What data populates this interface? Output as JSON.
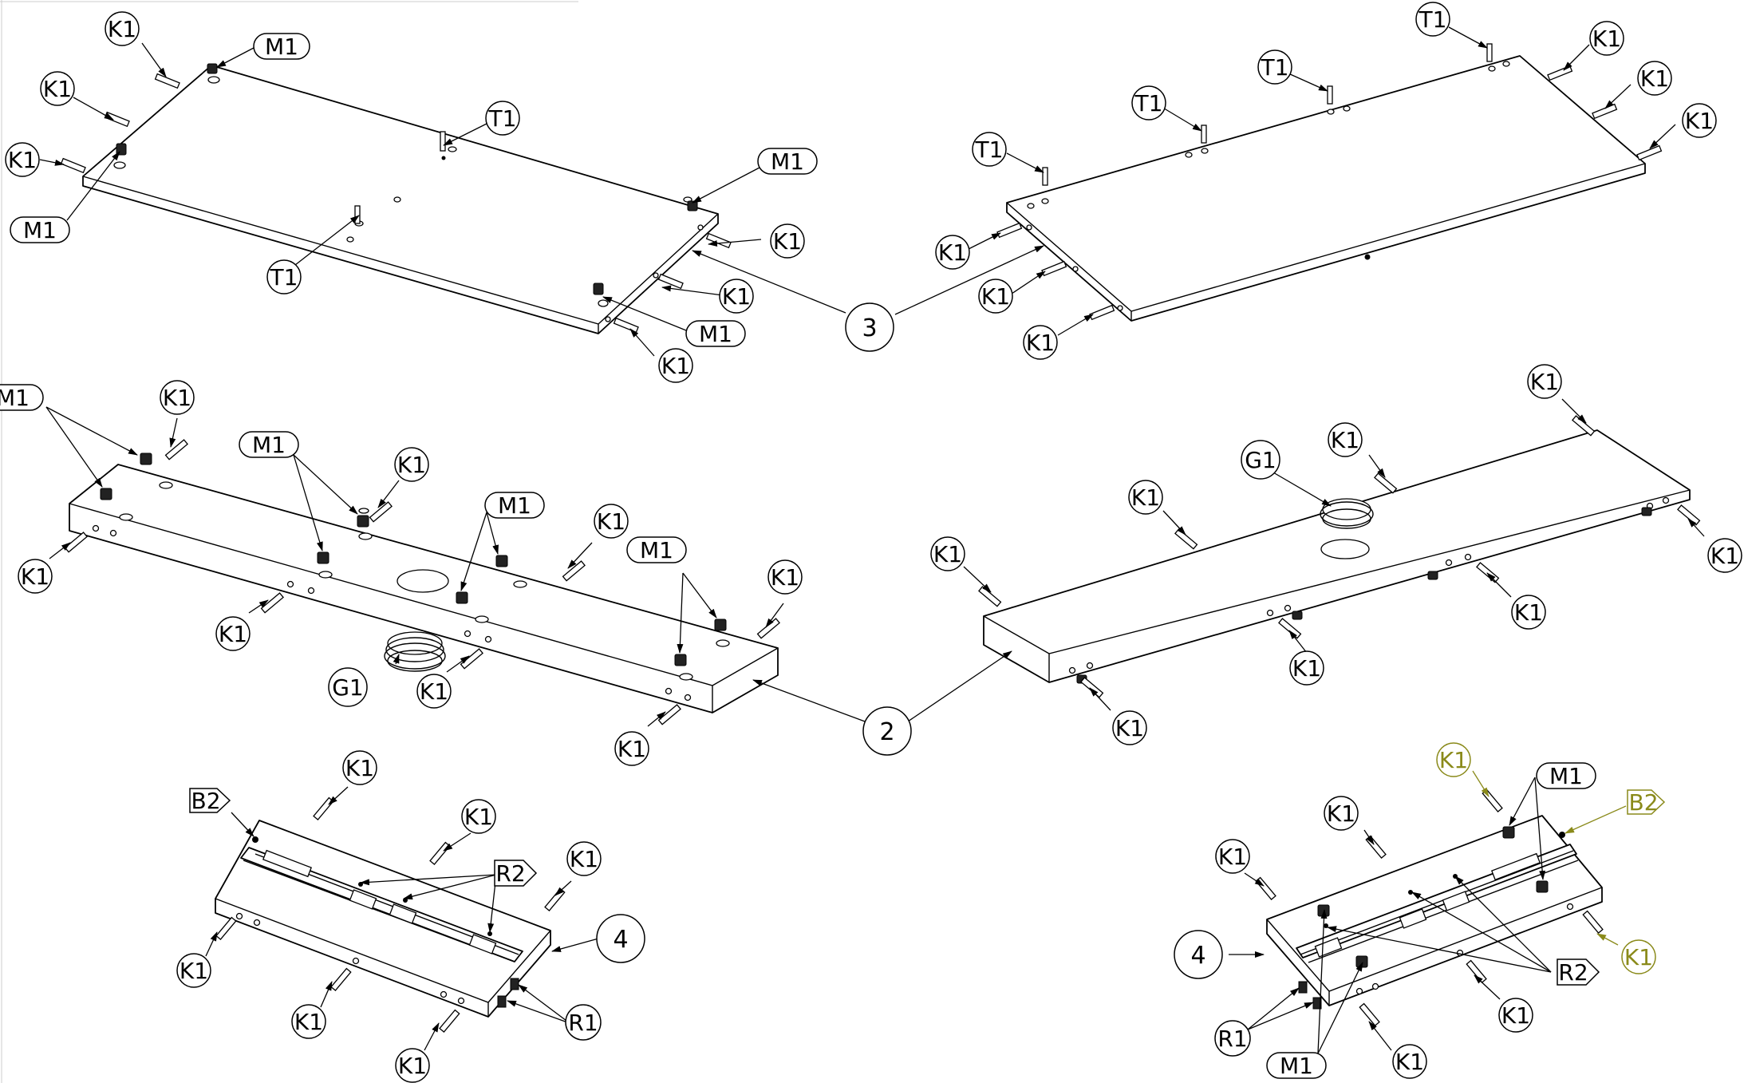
{
  "drawing": {
    "labels": {
      "k1": "K1",
      "m1": "M1",
      "t1": "T1",
      "g1": "G1",
      "b2": "B2",
      "r1": "R1",
      "r2": "R2",
      "n2": "2",
      "n3": "3",
      "n4": "4"
    },
    "colors": {
      "line": "#000000",
      "highlight": "#8a8a1a"
    }
  }
}
